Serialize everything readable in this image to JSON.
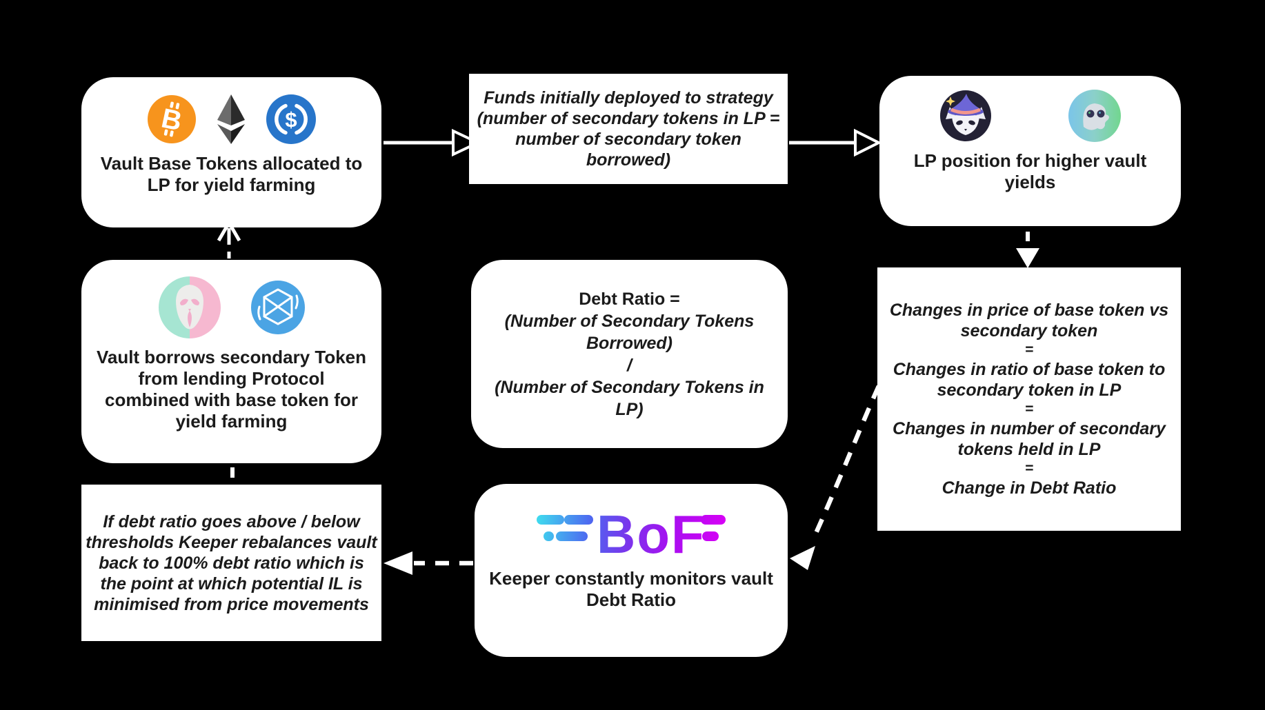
{
  "page": {
    "background": "#000000",
    "box_background": "#ffffff",
    "text_color": "#1b1b1b"
  },
  "boxes": {
    "top_left": {
      "icons": [
        "bitcoin-icon",
        "ethereum-icon",
        "usdc-icon"
      ],
      "lines": [
        "Vault Base Tokens allocated to",
        "LP for yield farming"
      ]
    },
    "top_mid": {
      "lines": [
        "Funds initially deployed to strategy",
        "(number of secondary tokens in LP =",
        "number of secondary token",
        "borrowed)"
      ]
    },
    "top_right": {
      "icons": [
        "wizard-cat-icon",
        "spirit-ghost-icon"
      ],
      "lines": [
        "LP position for higher vault",
        "yields"
      ]
    },
    "mid_left": {
      "icons": [
        "scream-mask-icon",
        "fantom-icon"
      ],
      "lines": [
        "Vault borrows secondary Token",
        "from lending Protocol",
        "combined with base token for",
        "yield farming"
      ]
    },
    "mid_center": {
      "title": "Debt Ratio =",
      "lines": [
        "(Number of Secondary Tokens",
        "Borrowed)",
        "/",
        "(Number of Secondary Tokens in",
        "LP)"
      ]
    },
    "right_changes": {
      "lines": [
        "Changes in price of base token vs",
        "secondary token",
        "=",
        "Changes in ratio of base token to",
        "secondary token in LP",
        "=",
        "Changes in number of secondary",
        "tokens held in LP",
        "=",
        "Change in Debt Ratio"
      ]
    },
    "bottom_left": {
      "lines": [
        "If debt ratio goes above / below",
        "thresholds Keeper rebalances vault",
        "back to 100% debt ratio which is",
        "the point at which potential IL is",
        "minimised from price movements"
      ]
    },
    "bottom_center": {
      "logo_text": "BoF",
      "lines": [
        "Keeper constantly monitors vault",
        "Debt Ratio"
      ]
    }
  },
  "colors": {
    "bitcoin_orange": "#F7941D",
    "usdc_blue": "#2775CA",
    "fantom_blue": "#4BA4E4",
    "wizard_hat_purple": "#6D66D6",
    "wizard_band_pink": "#F2978C",
    "scream_teal": "#A6E5D2",
    "scream_pink": "#F6B8D0",
    "ghost_blue": "#7BC5E9",
    "ghost_green": "#72D68F",
    "bof_gradient": [
      "#3EE4EE",
      "#4E66F0",
      "#7B34EC",
      "#A80FF0",
      "#D900F6"
    ],
    "arrow_white": "#FFFFFF"
  }
}
